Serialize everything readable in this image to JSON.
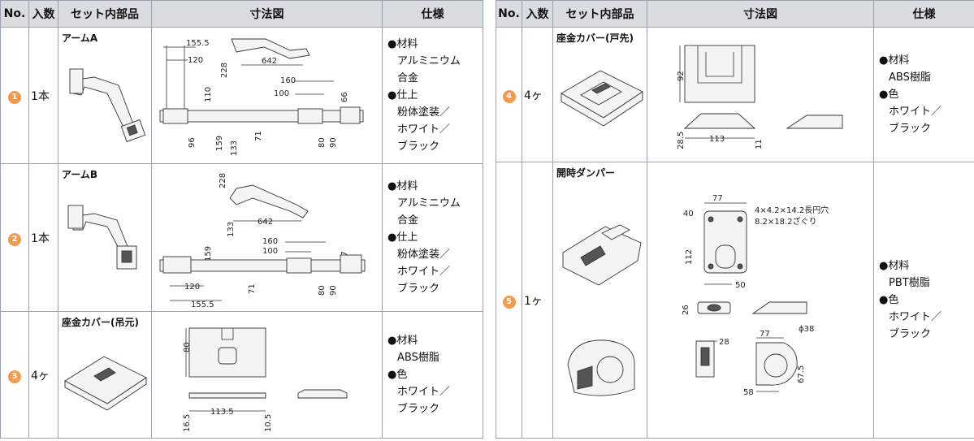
{
  "headers": {
    "no": "No.",
    "qty": "入数",
    "part": "セット内部品",
    "dim": "寸法図",
    "spec": "仕様"
  },
  "rows": [
    {
      "no": "1",
      "qty": "1本",
      "name": "アームA",
      "dims": {
        "a": "155.5",
        "b": "120",
        "c": "228",
        "d": "642",
        "e": "110",
        "f": "160",
        "g": "100",
        "h": "66",
        "i": "96",
        "j": "159",
        "k": "133",
        "l": "71",
        "m": "80",
        "n": "90"
      },
      "spec": [
        "●材料",
        "アルミニウム",
        "合金",
        "●仕上",
        "粉体塗装／",
        "ホワイト／",
        "ブラック"
      ]
    },
    {
      "no": "2",
      "qty": "1本",
      "name": "アームB",
      "dims": {
        "c": "228",
        "k": "133",
        "d": "642",
        "j": "159",
        "f": "160",
        "g": "100",
        "h": "67",
        "b": "120",
        "l": "71",
        "m": "80",
        "n": "90",
        "a": "155.5"
      },
      "spec": [
        "●材料",
        "アルミニウム",
        "合金",
        "●仕上",
        "粉体塗装／",
        "ホワイト／",
        "ブラック"
      ]
    },
    {
      "no": "3",
      "qty": "4ヶ",
      "name": "座金カバー(吊元)",
      "dims": {
        "h": "80",
        "l1": "16.5",
        "w": "113.5",
        "r1": "10.5"
      },
      "spec": [
        "●材料",
        "ABS樹脂",
        "●色",
        "ホワイト／",
        "ブラック"
      ]
    },
    {
      "no": "4",
      "qty": "4ヶ",
      "name": "座金カバー(戸先)",
      "dims": {
        "h": "92",
        "l1": "28.5",
        "w": "113",
        "r1": "11"
      },
      "spec": [
        "●材料",
        "ABS樹脂",
        "●色",
        "ホワイト／",
        "ブラック"
      ]
    },
    {
      "no": "5",
      "qty": "1ヶ",
      "name": "開時ダンパー",
      "dims": {
        "w77": "77",
        "w40": "40",
        "note1": "4×4.2×14.2長円穴",
        "note2": "8.2×18.2ざぐり",
        "h112": "112",
        "w50": "50",
        "h26": "26",
        "w28": "28",
        "w77b": "77",
        "phi": "ϕ38",
        "h67": "67.5",
        "w58": "58"
      },
      "spec": [
        "●材料",
        "PBT樹脂",
        "●色",
        "ホワイト／",
        "ブラック"
      ]
    }
  ],
  "colors": {
    "header_bg": "#d9dde2",
    "number_circle": "#f39a4c",
    "border": "#9aa3ad"
  }
}
